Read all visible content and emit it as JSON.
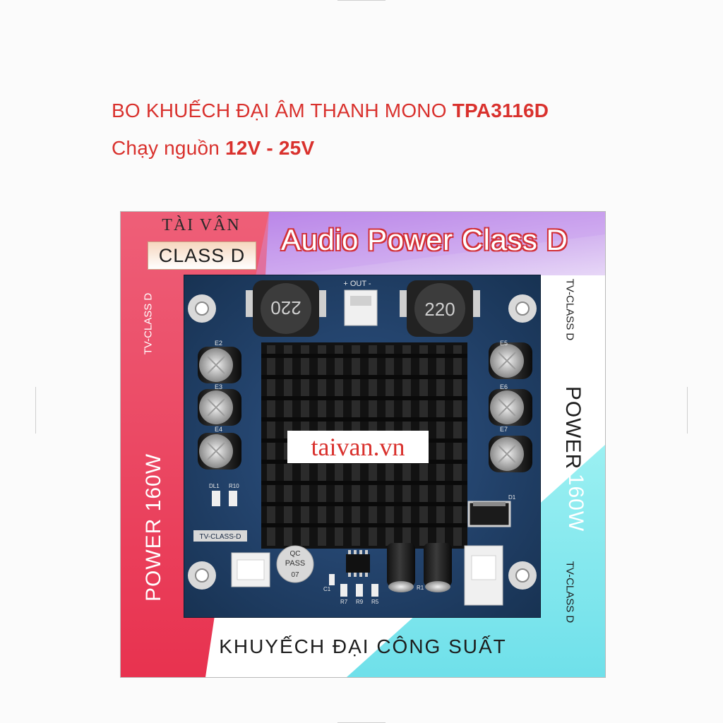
{
  "headline": {
    "line1_prefix": "BO KHUẾCH ĐẠI ÂM THANH MONO ",
    "line1_model": "TPA3116D",
    "line2_prefix": "Chạy nguồn ",
    "line2_voltage": "12V - 25V"
  },
  "box": {
    "brand_name": "TÀI VÂN",
    "brand_tag": "CLASS D",
    "banner": "Audio Power Class D",
    "left_small": "TV-CLASS D",
    "left_big": "POWER 160W",
    "right_small_top": "TV-CLASS D",
    "right_power": "POWER",
    "right_watt": "160W",
    "right_small_bottom": "TV-CLASS D",
    "footer": "KHUYẾCH ĐẠI CÔNG SUẤT",
    "watermark": "taivan.vn"
  },
  "board": {
    "out_label": "+ OUT -",
    "inductor_left": "220",
    "inductor_right": "220",
    "silk_label": "TV-CLASS-D",
    "qc_line1": "QC",
    "qc_line2": "PASS",
    "qc_line3": "07",
    "caps_left": [
      "E2",
      "E3",
      "E4"
    ],
    "caps_right": [
      "E5",
      "E6",
      "E7"
    ],
    "diode": "D1",
    "resistors": [
      "DL1",
      "R10",
      "R7",
      "R9",
      "R5",
      "C1",
      "R1"
    ]
  },
  "colors": {
    "headline": "#d9312d",
    "panel_red": "#ea3c5b",
    "panel_purple": "#c08de8",
    "panel_cyan": "#8de9ee",
    "pcb": "#1f3a63",
    "heatsink": "#151515"
  }
}
